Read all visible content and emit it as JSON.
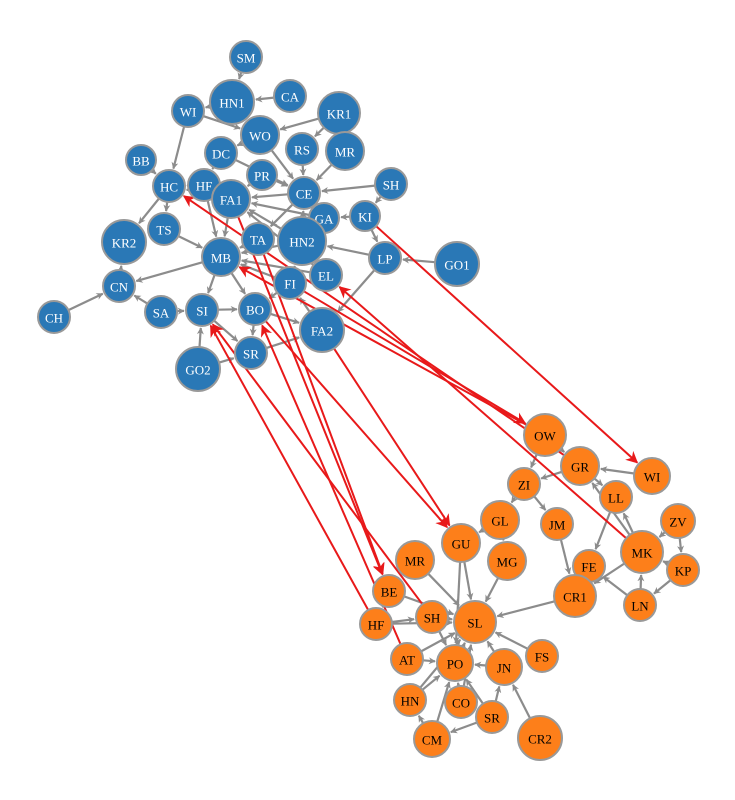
{
  "colors": {
    "blue": "#2a78b6",
    "orange": "#fd7f1a",
    "edge": "#8c8c8c",
    "cross_edge": "#e8191a",
    "node_stroke": "#999999"
  },
  "chart_data": {
    "type": "network",
    "groups": [
      {
        "id": "blue",
        "color": "#2a78b6"
      },
      {
        "id": "orange",
        "color": "#fd7f1a"
      }
    ],
    "nodes": [
      {
        "id": "b_SM",
        "label": "SM",
        "group": "blue"
      },
      {
        "id": "b_WI",
        "label": "WI",
        "group": "blue"
      },
      {
        "id": "b_HN1",
        "label": "HN1",
        "group": "blue"
      },
      {
        "id": "b_CA",
        "label": "CA",
        "group": "blue"
      },
      {
        "id": "b_KR1",
        "label": "KR1",
        "group": "blue"
      },
      {
        "id": "b_WO",
        "label": "WO",
        "group": "blue"
      },
      {
        "id": "b_BB",
        "label": "BB",
        "group": "blue"
      },
      {
        "id": "b_DC",
        "label": "DC",
        "group": "blue"
      },
      {
        "id": "b_RS",
        "label": "RS",
        "group": "blue"
      },
      {
        "id": "b_MR",
        "label": "MR",
        "group": "blue"
      },
      {
        "id": "b_HC",
        "label": "HC",
        "group": "blue"
      },
      {
        "id": "b_HF",
        "label": "HF",
        "group": "blue"
      },
      {
        "id": "b_PR",
        "label": "PR",
        "group": "blue"
      },
      {
        "id": "b_SH",
        "label": "SH",
        "group": "blue"
      },
      {
        "id": "b_CE",
        "label": "CE",
        "group": "blue"
      },
      {
        "id": "b_FA1",
        "label": "FA1",
        "group": "blue"
      },
      {
        "id": "b_GA",
        "label": "GA",
        "group": "blue"
      },
      {
        "id": "b_KI",
        "label": "KI",
        "group": "blue"
      },
      {
        "id": "b_TS",
        "label": "TS",
        "group": "blue"
      },
      {
        "id": "b_KR2",
        "label": "KR2",
        "group": "blue"
      },
      {
        "id": "b_TA",
        "label": "TA",
        "group": "blue"
      },
      {
        "id": "b_HN2",
        "label": "HN2",
        "group": "blue"
      },
      {
        "id": "b_MB",
        "label": "MB",
        "group": "blue"
      },
      {
        "id": "b_LP",
        "label": "LP",
        "group": "blue"
      },
      {
        "id": "b_GO1",
        "label": "GO1",
        "group": "blue"
      },
      {
        "id": "b_EL",
        "label": "EL",
        "group": "blue"
      },
      {
        "id": "b_CN",
        "label": "CN",
        "group": "blue"
      },
      {
        "id": "b_FI",
        "label": "FI",
        "group": "blue"
      },
      {
        "id": "b_CH",
        "label": "CH",
        "group": "blue"
      },
      {
        "id": "b_SA",
        "label": "SA",
        "group": "blue"
      },
      {
        "id": "b_SI",
        "label": "SI",
        "group": "blue"
      },
      {
        "id": "b_BO",
        "label": "BO",
        "group": "blue"
      },
      {
        "id": "b_FA2",
        "label": "FA2",
        "group": "blue"
      },
      {
        "id": "b_SR",
        "label": "SR",
        "group": "blue"
      },
      {
        "id": "b_GO2",
        "label": "GO2",
        "group": "blue"
      },
      {
        "id": "o_OW",
        "label": "OW",
        "group": "orange"
      },
      {
        "id": "o_GR",
        "label": "GR",
        "group": "orange"
      },
      {
        "id": "o_WI",
        "label": "WI",
        "group": "orange"
      },
      {
        "id": "o_ZI",
        "label": "ZI",
        "group": "orange"
      },
      {
        "id": "o_LL",
        "label": "LL",
        "group": "orange"
      },
      {
        "id": "o_GL",
        "label": "GL",
        "group": "orange"
      },
      {
        "id": "o_JM",
        "label": "JM",
        "group": "orange"
      },
      {
        "id": "o_ZV",
        "label": "ZV",
        "group": "orange"
      },
      {
        "id": "o_GU",
        "label": "GU",
        "group": "orange"
      },
      {
        "id": "o_MR",
        "label": "MR",
        "group": "orange"
      },
      {
        "id": "o_MG",
        "label": "MG",
        "group": "orange"
      },
      {
        "id": "o_MK",
        "label": "MK",
        "group": "orange"
      },
      {
        "id": "o_FE",
        "label": "FE",
        "group": "orange"
      },
      {
        "id": "o_KP",
        "label": "KP",
        "group": "orange"
      },
      {
        "id": "o_BE",
        "label": "BE",
        "group": "orange"
      },
      {
        "id": "o_CR1",
        "label": "CR1",
        "group": "orange"
      },
      {
        "id": "o_SH",
        "label": "SH",
        "group": "orange"
      },
      {
        "id": "o_SL",
        "label": "SL",
        "group": "orange"
      },
      {
        "id": "o_LN",
        "label": "LN",
        "group": "orange"
      },
      {
        "id": "o_HF",
        "label": "HF",
        "group": "orange"
      },
      {
        "id": "o_FS",
        "label": "FS",
        "group": "orange"
      },
      {
        "id": "o_AT",
        "label": "AT",
        "group": "orange"
      },
      {
        "id": "o_PO",
        "label": "PO",
        "group": "orange"
      },
      {
        "id": "o_JN",
        "label": "JN",
        "group": "orange"
      },
      {
        "id": "o_HN",
        "label": "HN",
        "group": "orange"
      },
      {
        "id": "o_CO",
        "label": "CO",
        "group": "orange"
      },
      {
        "id": "o_SR",
        "label": "SR",
        "group": "orange"
      },
      {
        "id": "o_CM",
        "label": "CM",
        "group": "orange"
      },
      {
        "id": "o_CR2",
        "label": "CR2",
        "group": "orange"
      }
    ],
    "edges": [
      [
        "b_SM",
        "b_HN1"
      ],
      [
        "b_CA",
        "b_HN1"
      ],
      [
        "b_HN1",
        "b_WI"
      ],
      [
        "b_HN1",
        "b_WO"
      ],
      [
        "b_WI",
        "b_WO"
      ],
      [
        "b_WI",
        "b_HC"
      ],
      [
        "b_KR1",
        "b_RS"
      ],
      [
        "b_KR1",
        "b_WO"
      ],
      [
        "b_MR",
        "b_CE"
      ],
      [
        "b_RS",
        "b_CE"
      ],
      [
        "b_WO",
        "b_CE"
      ],
      [
        "b_WO",
        "b_DC"
      ],
      [
        "b_DC",
        "b_HF"
      ],
      [
        "b_DC",
        "b_CE"
      ],
      [
        "b_PR",
        "b_CE"
      ],
      [
        "b_PR",
        "b_FA1"
      ],
      [
        "b_BB",
        "b_HC"
      ],
      [
        "b_HF",
        "b_HC"
      ],
      [
        "b_HF",
        "b_MB"
      ],
      [
        "b_SH",
        "b_CE"
      ],
      [
        "b_SH",
        "b_KI"
      ],
      [
        "b_KI",
        "b_LP"
      ],
      [
        "b_KI",
        "b_GA"
      ],
      [
        "b_GA",
        "b_CE"
      ],
      [
        "b_GA",
        "b_FA1"
      ],
      [
        "b_CE",
        "b_FA1"
      ],
      [
        "b_CE",
        "b_TA"
      ],
      [
        "b_FA1",
        "b_HC"
      ],
      [
        "b_FA1",
        "b_MB"
      ],
      [
        "b_HC",
        "b_KR2"
      ],
      [
        "b_HC",
        "b_TS"
      ],
      [
        "b_TS",
        "b_MB"
      ],
      [
        "b_TA",
        "b_MB"
      ],
      [
        "b_HN2",
        "b_CE"
      ],
      [
        "b_HN2",
        "b_MB"
      ],
      [
        "b_HN2",
        "b_FA1"
      ],
      [
        "b_LP",
        "b_HN2"
      ],
      [
        "b_LP",
        "b_FA2"
      ],
      [
        "b_GO1",
        "b_LP"
      ],
      [
        "b_EL",
        "b_MB"
      ],
      [
        "b_EL",
        "b_FA1"
      ],
      [
        "b_FI",
        "b_MB"
      ],
      [
        "b_FI",
        "b_BO"
      ],
      [
        "b_FI",
        "b_HN2"
      ],
      [
        "b_MB",
        "b_CN"
      ],
      [
        "b_MB",
        "b_SI"
      ],
      [
        "b_MB",
        "b_BO"
      ],
      [
        "b_CH",
        "b_CN"
      ],
      [
        "b_CN",
        "b_KR2"
      ],
      [
        "b_SA",
        "b_CN"
      ],
      [
        "b_SA",
        "b_SI"
      ],
      [
        "b_SI",
        "b_BO"
      ],
      [
        "b_SI",
        "b_SR"
      ],
      [
        "b_BO",
        "b_FA2"
      ],
      [
        "b_BO",
        "b_SR"
      ],
      [
        "b_SR",
        "b_FA2"
      ],
      [
        "b_GO2",
        "b_SI"
      ],
      [
        "b_GO2",
        "b_SR"
      ],
      [
        "b_FA2",
        "b_FI"
      ],
      [
        "o_OW",
        "o_GR"
      ],
      [
        "o_OW",
        "o_ZI"
      ],
      [
        "o_WI",
        "o_GR"
      ],
      [
        "o_GR",
        "o_ZI"
      ],
      [
        "o_GR",
        "o_LL"
      ],
      [
        "o_LL",
        "o_FE"
      ],
      [
        "o_MK",
        "o_LL"
      ],
      [
        "o_MK",
        "o_GR"
      ],
      [
        "o_ZV",
        "o_MK"
      ],
      [
        "o_KP",
        "o_MK"
      ],
      [
        "o_ZV",
        "o_KP"
      ],
      [
        "o_LN",
        "o_MK"
      ],
      [
        "o_KP",
        "o_LN"
      ],
      [
        "o_MK",
        "o_CR1"
      ],
      [
        "o_FE",
        "o_CR1"
      ],
      [
        "o_CR1",
        "o_SL"
      ],
      [
        "o_LN",
        "o_FE"
      ],
      [
        "o_ZI",
        "o_GL"
      ],
      [
        "o_ZI",
        "o_JM"
      ],
      [
        "o_JM",
        "o_CR1"
      ],
      [
        "o_GL",
        "o_GU"
      ],
      [
        "o_GL",
        "o_MG"
      ],
      [
        "o_GU",
        "o_SL"
      ],
      [
        "o_MG",
        "o_SL"
      ],
      [
        "o_MR",
        "o_SL"
      ],
      [
        "o_BE",
        "o_SL"
      ],
      [
        "o_SH",
        "o_SL"
      ],
      [
        "o_HF",
        "o_SH"
      ],
      [
        "o_HF",
        "o_SL"
      ],
      [
        "o_AT",
        "o_SL"
      ],
      [
        "o_AT",
        "o_PO"
      ],
      [
        "o_PO",
        "o_SL"
      ],
      [
        "o_JN",
        "o_SL"
      ],
      [
        "o_FS",
        "o_SL"
      ],
      [
        "o_JN",
        "o_PO"
      ],
      [
        "o_HN",
        "o_PO"
      ],
      [
        "o_HN",
        "o_SL"
      ],
      [
        "o_CO",
        "o_PO"
      ],
      [
        "o_SR",
        "o_JN"
      ],
      [
        "o_SR",
        "o_PO"
      ],
      [
        "o_CR2",
        "o_JN"
      ],
      [
        "o_CM",
        "o_PO"
      ],
      [
        "o_CM",
        "o_HN"
      ],
      [
        "o_SR",
        "o_CM"
      ],
      [
        "o_CO",
        "o_SL"
      ],
      [
        "o_BE",
        "o_HF"
      ],
      [
        "o_SH",
        "o_PO"
      ],
      [
        "o_GU",
        "o_PO"
      ]
    ],
    "cross_edges": [
      [
        "b_KI",
        "o_WI"
      ],
      [
        "b_FA2",
        "o_GU"
      ],
      [
        "b_BO",
        "o_GU"
      ],
      [
        "b_FA1",
        "o_BE"
      ],
      [
        "b_TA",
        "o_BE"
      ],
      [
        "b_FI",
        "o_OW"
      ],
      [
        "o_MK",
        "b_EL"
      ],
      [
        "o_OW",
        "b_MB"
      ],
      [
        "o_GR",
        "b_HC"
      ],
      [
        "o_SH",
        "b_SI"
      ],
      [
        "o_AT",
        "b_BO"
      ],
      [
        "o_HF",
        "b_SI"
      ]
    ]
  }
}
